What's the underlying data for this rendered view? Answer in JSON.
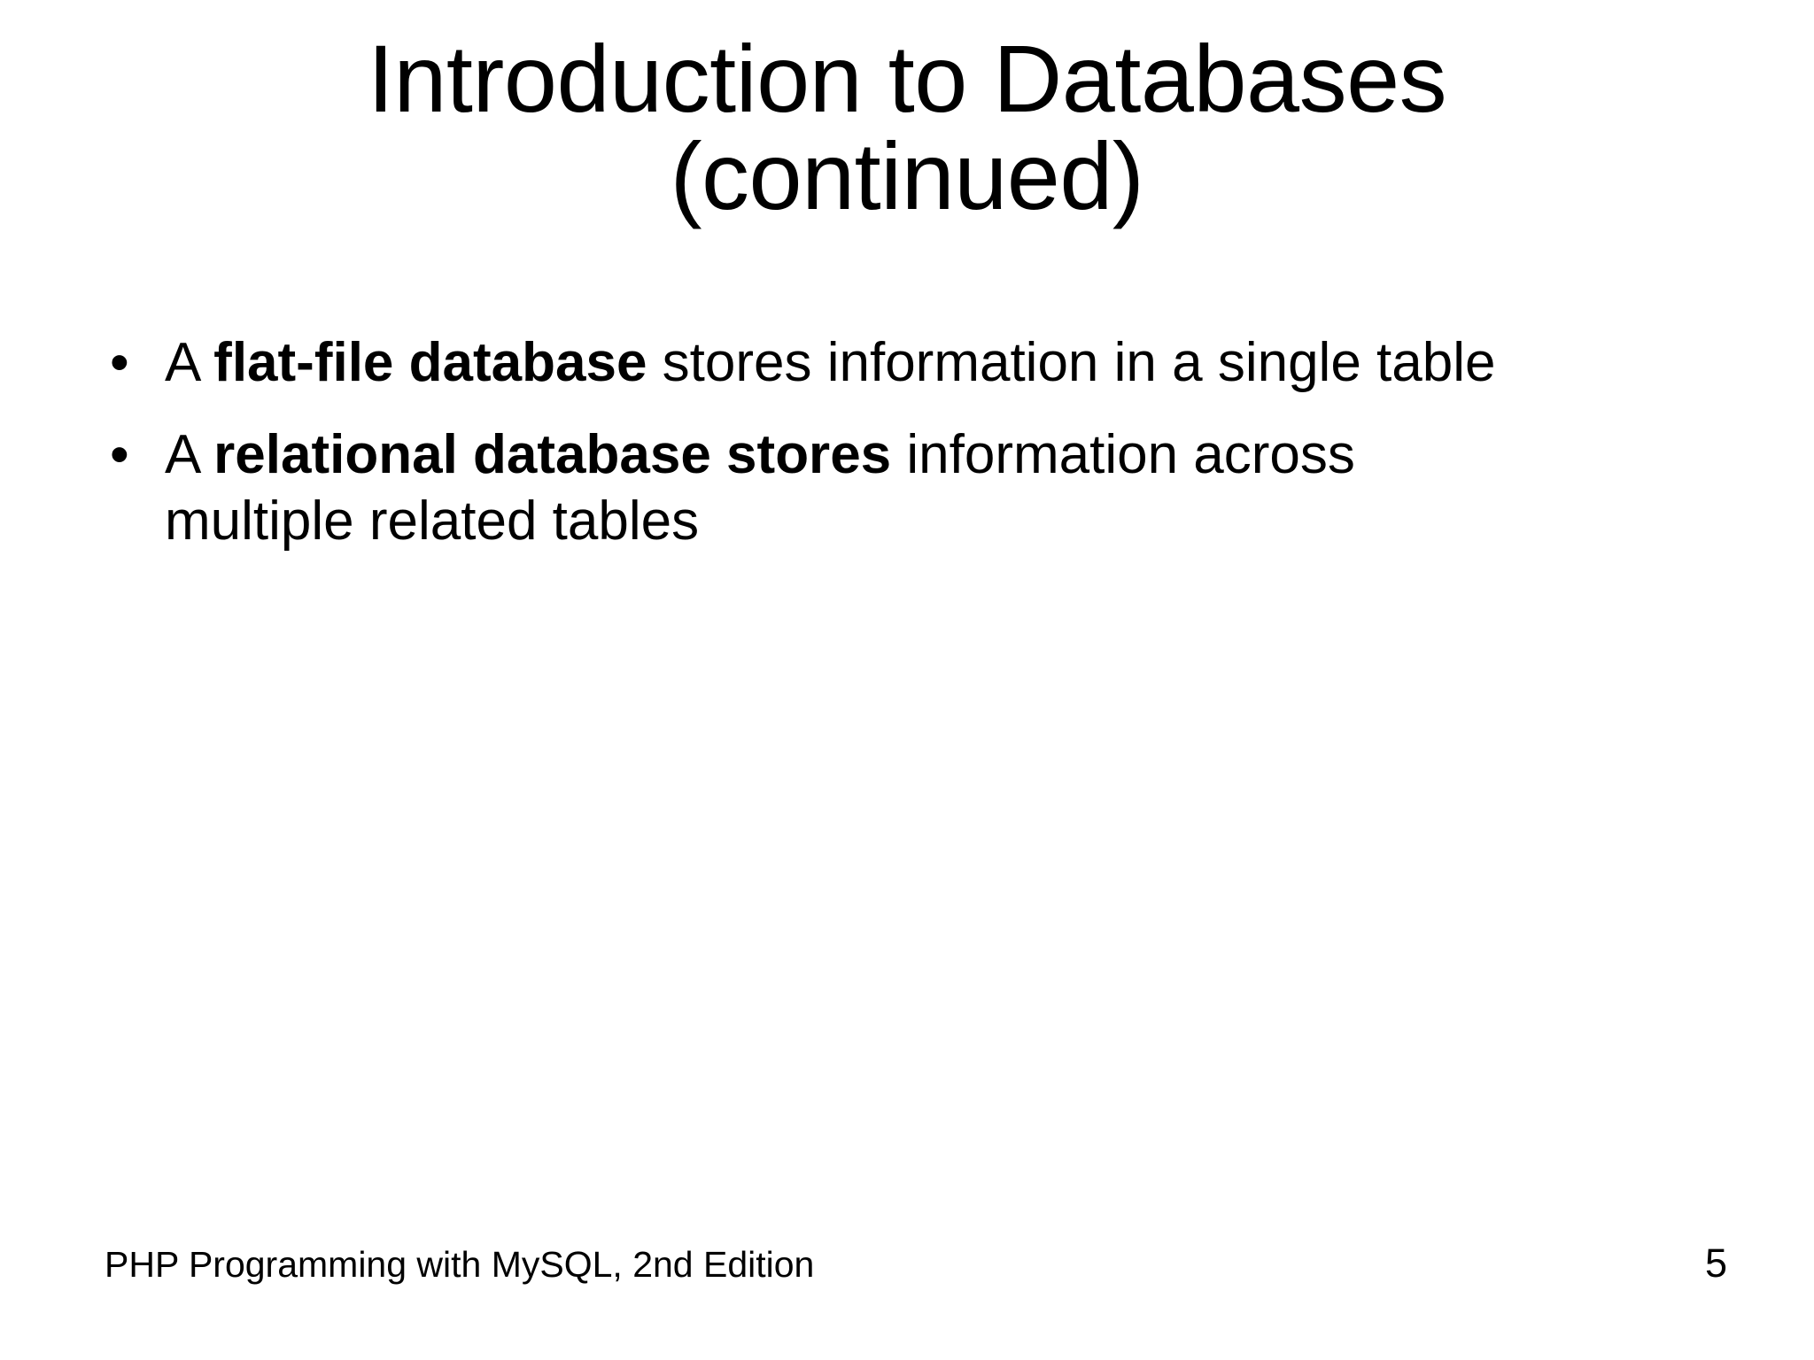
{
  "slide": {
    "background_color": "#ffffff",
    "text_color": "#000000",
    "title": {
      "line1": "Introduction to Databases",
      "line2": "(continued)"
    },
    "bullets": [
      {
        "marker": "•",
        "segments": [
          {
            "text": "A ",
            "bold": false
          },
          {
            "text": "flat-file database",
            "bold": true
          },
          {
            "text": " stores information in a single table",
            "bold": false
          }
        ],
        "plain": "A flat-file database stores information in a single table"
      },
      {
        "marker": "•",
        "segments": [
          {
            "text": "A ",
            "bold": false
          },
          {
            "text": "relational database stores",
            "bold": true
          },
          {
            "text": " information across multiple related tables",
            "bold": false
          }
        ],
        "plain": "A relational database stores information across multiple related tables"
      }
    ],
    "footer": "PHP Programming with MySQL, 2nd Edition",
    "page_number": "5"
  }
}
